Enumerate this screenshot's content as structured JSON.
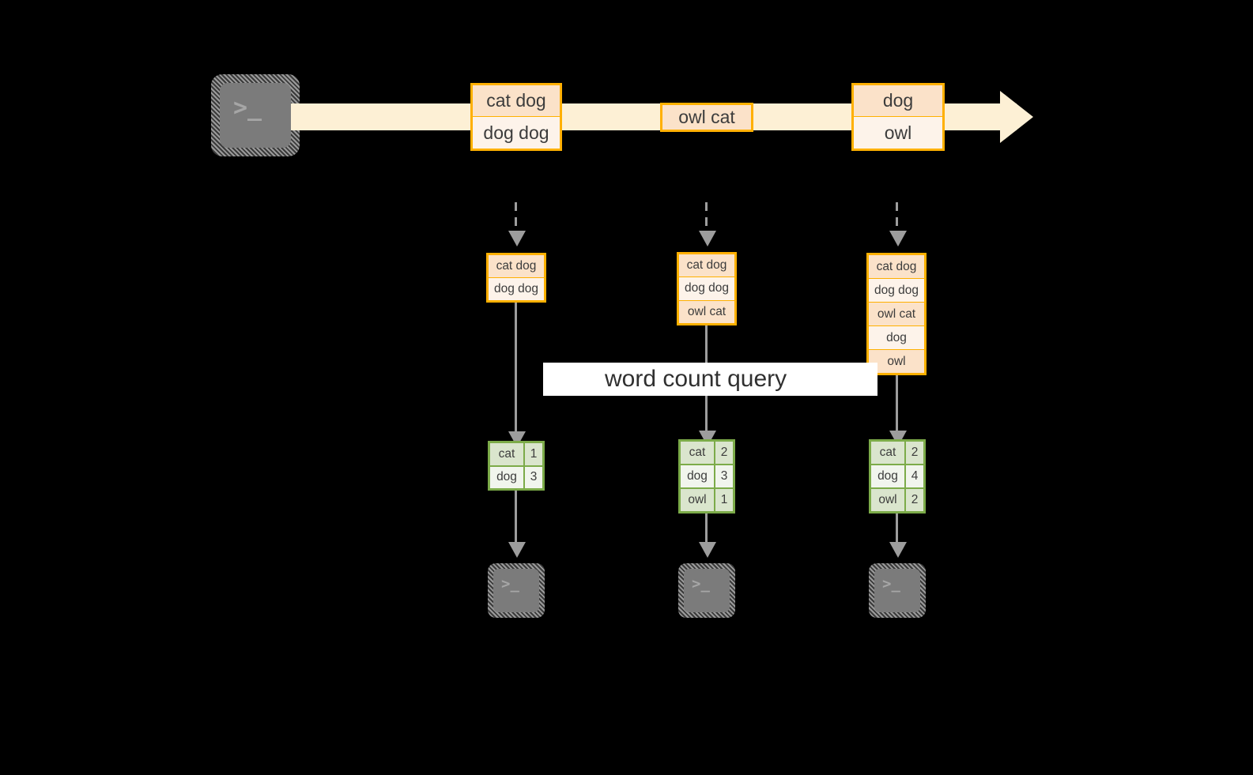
{
  "diagram": {
    "title_label": "word count query",
    "colors": {
      "background": "#000000",
      "stream_band": "#fdf0d5",
      "event_border": "#ffb000",
      "event_fill_dark": "#fbe2c9",
      "event_fill_light": "#fdf3ea",
      "result_border": "#7cab49",
      "result_fill_dark": "#dae5cd",
      "result_fill_light": "#f1f5ed",
      "connector": "#9d9d9d",
      "terminal_fill": "#7b7b7b",
      "label_background": "#ffffff"
    },
    "producer": {
      "icon": "terminal-icon",
      "glyph": ">_"
    },
    "stream": {
      "events": [
        {
          "lines": [
            "cat dog",
            "dog dog"
          ]
        },
        {
          "lines": [
            "owl cat"
          ]
        },
        {
          "lines": [
            "dog",
            "owl"
          ]
        }
      ]
    },
    "snapshots": [
      {
        "lines": [
          "cat dog",
          "dog dog"
        ]
      },
      {
        "lines": [
          "cat dog",
          "dog dog",
          "owl cat"
        ]
      },
      {
        "lines": [
          "cat dog",
          "dog dog",
          "owl cat",
          "dog",
          "owl"
        ]
      }
    ],
    "results": [
      {
        "rows": [
          {
            "key": "cat",
            "value": "1"
          },
          {
            "key": "dog",
            "value": "3"
          }
        ]
      },
      {
        "rows": [
          {
            "key": "cat",
            "value": "2"
          },
          {
            "key": "dog",
            "value": "3"
          },
          {
            "key": "owl",
            "value": "1"
          }
        ]
      },
      {
        "rows": [
          {
            "key": "cat",
            "value": "2"
          },
          {
            "key": "dog",
            "value": "4"
          },
          {
            "key": "owl",
            "value": "2"
          }
        ]
      }
    ],
    "consumers": [
      {
        "icon": "terminal-icon",
        "glyph": ">_"
      },
      {
        "icon": "terminal-icon",
        "glyph": ">_"
      },
      {
        "icon": "terminal-icon",
        "glyph": ">_"
      }
    ]
  }
}
